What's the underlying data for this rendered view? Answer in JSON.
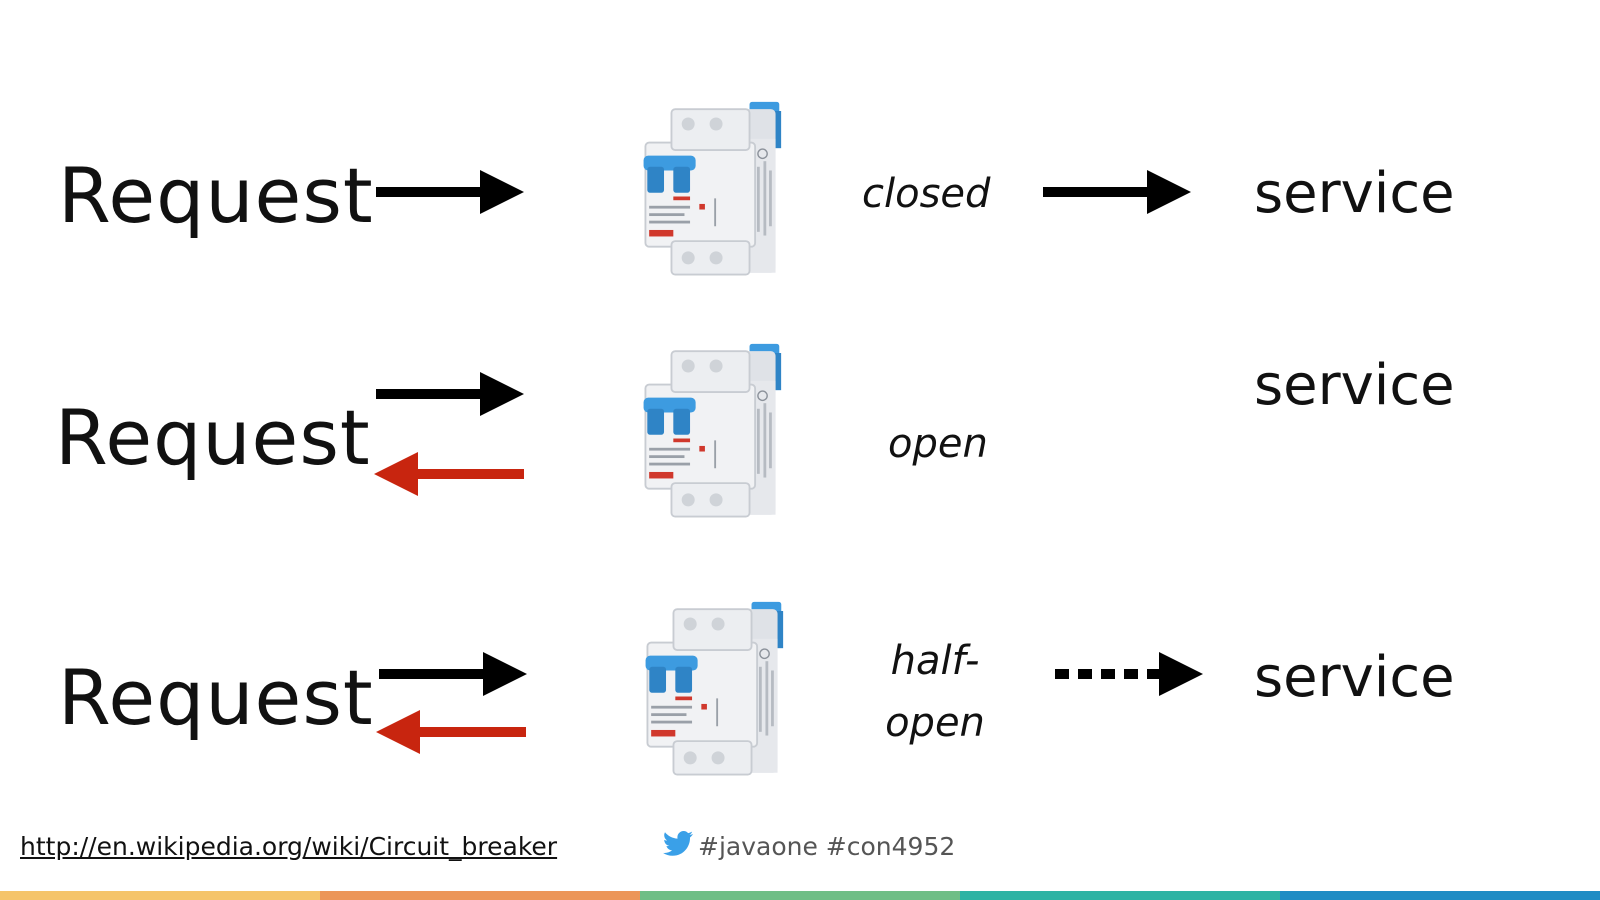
{
  "rows": [
    {
      "request_label": "Request",
      "state_label": "closed",
      "service_label": "service"
    },
    {
      "request_label": "Request",
      "state_label": "open",
      "service_label": "service"
    },
    {
      "request_label": "Request",
      "state_label_line1": "half-",
      "state_label_line2": "open",
      "service_label": "service"
    }
  ],
  "footer": {
    "link_text": "http://en.wikipedia.org/wiki/Circuit_breaker",
    "twitter_icon": "twitter-bird-icon",
    "hashtags": "#javaone #con4952"
  },
  "colors": {
    "arrow_forward": "#000000",
    "arrow_return": "#c8250f",
    "breaker_body": "#e9ebef",
    "breaker_accent": "#3d9be0",
    "stripe": [
      "#f5c46a",
      "#ec9659",
      "#6fbe86",
      "#2eb3a4",
      "#1f8cc4"
    ]
  },
  "icons": {
    "breaker": "circuit-breaker-icon"
  }
}
